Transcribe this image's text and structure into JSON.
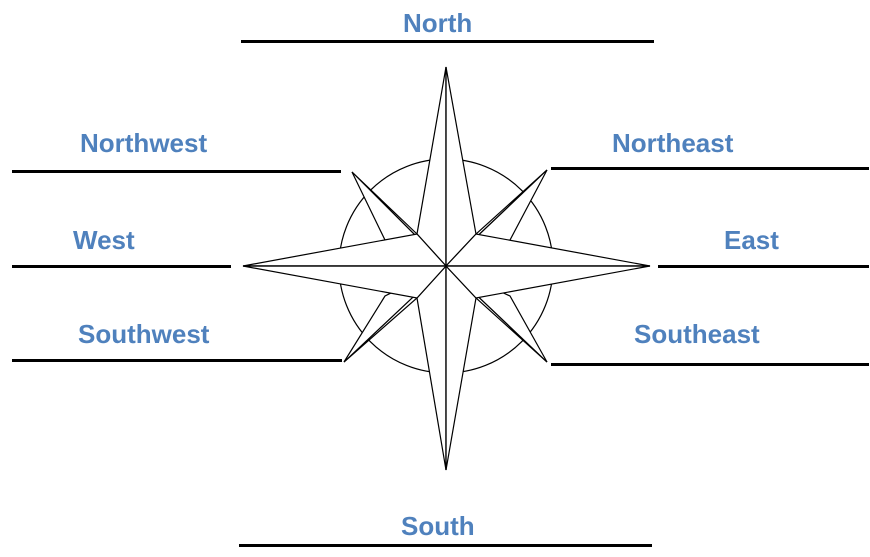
{
  "colors": {
    "label": "#4f81bd",
    "stroke": "#000000",
    "fill": "#ffffff"
  },
  "icon": "compass-rose-icon",
  "directions": {
    "north": "North",
    "northwest": "Northwest",
    "northeast": "Northeast",
    "west": "West",
    "east": "East",
    "southwest": "Southwest",
    "southeast": "Southeast",
    "south": "South"
  }
}
